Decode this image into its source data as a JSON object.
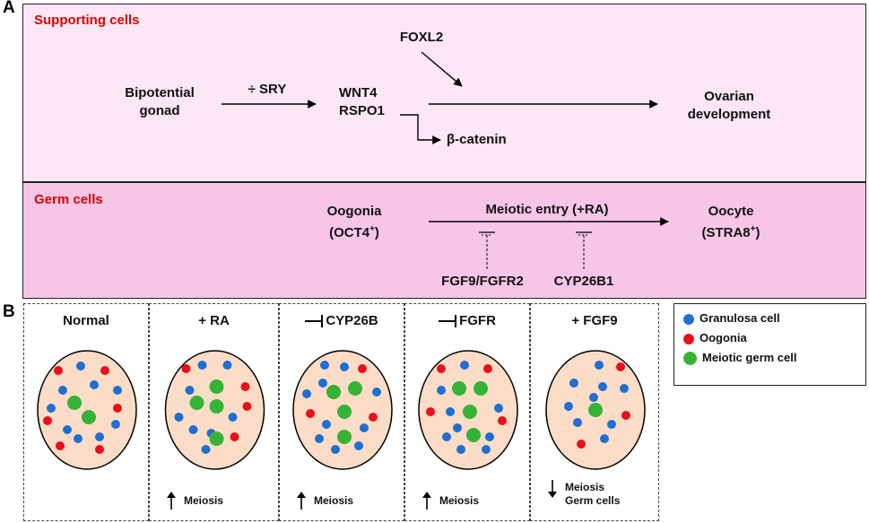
{
  "panel_a": {
    "label": "A",
    "supporting": {
      "title": "Supporting cells",
      "bg_color": "#fde6f6",
      "bipotential": [
        "Bipotential",
        "gonad"
      ],
      "sry": "÷ SRY",
      "wnt4": "WNT4",
      "rspo1": "RSPO1",
      "foxl2": "FOXL2",
      "catenin": "β-catenin",
      "ovarian": [
        "Ovarian",
        "development"
      ]
    },
    "germ": {
      "title": "Germ cells",
      "bg_color": "#f7c6e7",
      "oogonia": "Oogonia",
      "oct4": "(OCT4",
      "oct4_sup": "+",
      "oct4_end": ")",
      "meiotic_entry": "Meiotic entry (+RA)",
      "oocyte": "Oocyte",
      "stra8": "(STRA8",
      "stra8_sup": "+",
      "stra8_end": ")",
      "fgf9": "FGF9/FGFR2",
      "cyp26b1": "CYP26B1"
    }
  },
  "panel_b": {
    "label": "B",
    "oval_color": "#fbdcc6",
    "panels": [
      {
        "title": "Normal",
        "inhibit": false,
        "effect": [],
        "arrow": ""
      },
      {
        "title": "+ RA",
        "inhibit": false,
        "effect": [
          "Meiosis"
        ],
        "arrow": "up"
      },
      {
        "title": "CYP26B",
        "inhibit": true,
        "effect": [
          "Meiosis"
        ],
        "arrow": "up"
      },
      {
        "title": "FGFR",
        "inhibit": true,
        "effect": [
          "Meiosis"
        ],
        "arrow": "up"
      },
      {
        "title": "+ FGF9",
        "inhibit": false,
        "effect": [
          "Meiosis",
          "Germ cells"
        ],
        "arrow": "down"
      }
    ],
    "legend": [
      {
        "label": "Granulosa  cell",
        "color": "#1f6fd1"
      },
      {
        "label": "Oogonia",
        "color": "#e8101a"
      },
      {
        "label": "Meiotic germ cell",
        "color": "#36b336"
      }
    ]
  }
}
